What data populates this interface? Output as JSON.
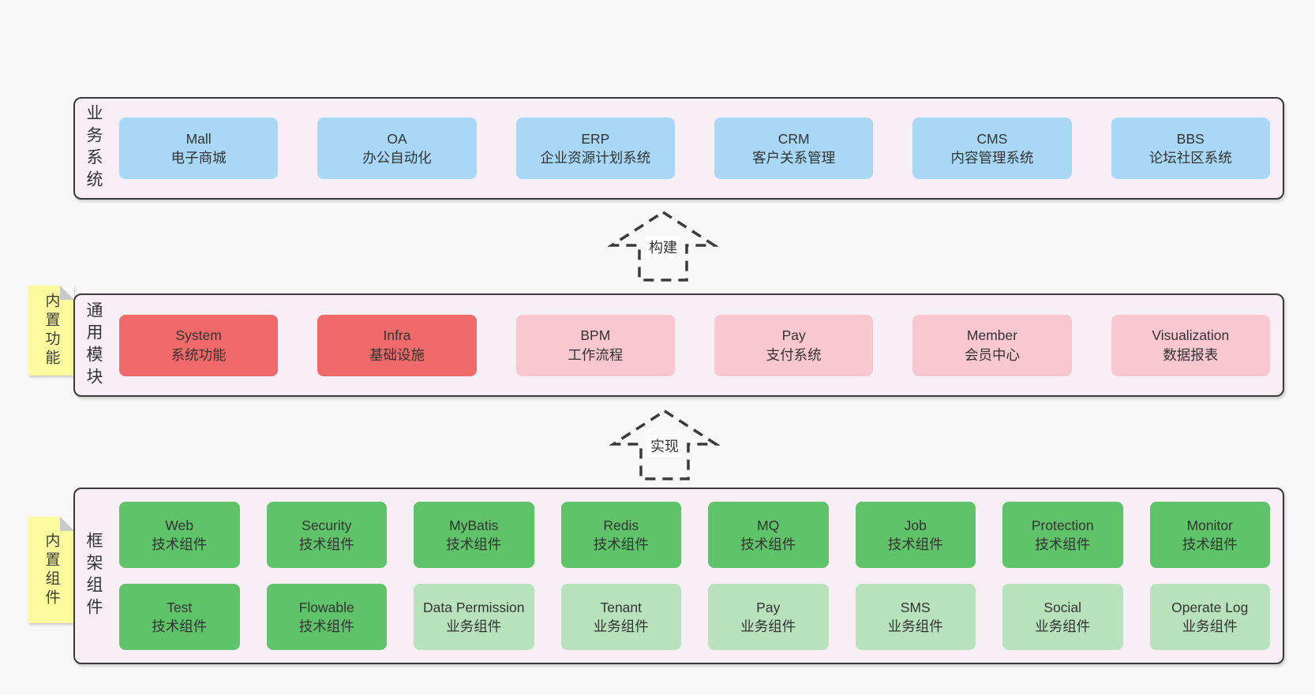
{
  "colors": {
    "page_bg": "#f8f8f8",
    "panel_bg": "#f7eef6",
    "panel_border": "#3a3a3a",
    "node_blue": "#a8d8f5",
    "node_red": "#f06a6a",
    "node_pink": "#f9c7cf",
    "node_green": "#5fc369",
    "node_green_light": "#b8e2bc",
    "sticky_yellow": "#fbfb9d",
    "sticky_fold": "#c9c9c9",
    "text": "#333333"
  },
  "arrows": [
    {
      "label": "构建"
    },
    {
      "label": "实现"
    }
  ],
  "layers": [
    {
      "label": "业务系统",
      "boxes": [
        {
          "title": "Mall",
          "subtitle": "电子商城",
          "type": "blue"
        },
        {
          "title": "OA",
          "subtitle": "办公自动化",
          "type": "blue"
        },
        {
          "title": "ERP",
          "subtitle": "企业资源计划系统",
          "type": "blue"
        },
        {
          "title": "CRM",
          "subtitle": "客户关系管理",
          "type": "blue"
        },
        {
          "title": "CMS",
          "subtitle": "内容管理系统",
          "type": "blue"
        },
        {
          "title": "BBS",
          "subtitle": "论坛社区系统",
          "type": "blue"
        }
      ]
    },
    {
      "label": "通用模块",
      "sticky": "内置功能",
      "boxes": [
        {
          "title": "System",
          "subtitle": "系统功能",
          "type": "red"
        },
        {
          "title": "Infra",
          "subtitle": "基础设施",
          "type": "red"
        },
        {
          "title": "BPM",
          "subtitle": "工作流程",
          "type": "pink"
        },
        {
          "title": "Pay",
          "subtitle": "支付系统",
          "type": "pink"
        },
        {
          "title": "Member",
          "subtitle": "会员中心",
          "type": "pink"
        },
        {
          "title": "Visualization",
          "subtitle": "数据报表",
          "type": "pink"
        }
      ]
    },
    {
      "label": "框架组件",
      "sticky": "内置组件",
      "boxes": [
        {
          "title": "Web",
          "subtitle": "技术组件",
          "type": "green"
        },
        {
          "title": "Security",
          "subtitle": "技术组件",
          "type": "green"
        },
        {
          "title": "MyBatis",
          "subtitle": "技术组件",
          "type": "green"
        },
        {
          "title": "Redis",
          "subtitle": "技术组件",
          "type": "green"
        },
        {
          "title": "MQ",
          "subtitle": "技术组件",
          "type": "green"
        },
        {
          "title": "Job",
          "subtitle": "技术组件",
          "type": "green"
        },
        {
          "title": "Protection",
          "subtitle": "技术组件",
          "type": "green"
        },
        {
          "title": "Monitor",
          "subtitle": "技术组件",
          "type": "green"
        },
        {
          "title": "Test",
          "subtitle": "技术组件",
          "type": "green"
        },
        {
          "title": "Flowable",
          "subtitle": "技术组件",
          "type": "green"
        },
        {
          "title": "Data Permission",
          "subtitle": "业务组件",
          "type": "green-light"
        },
        {
          "title": "Tenant",
          "subtitle": "业务组件",
          "type": "green-light"
        },
        {
          "title": "Pay",
          "subtitle": "业务组件",
          "type": "green-light"
        },
        {
          "title": "SMS",
          "subtitle": "业务组件",
          "type": "green-light"
        },
        {
          "title": "Social",
          "subtitle": "业务组件",
          "type": "green-light"
        },
        {
          "title": "Operate Log",
          "subtitle": "业务组件",
          "type": "green-light"
        }
      ]
    }
  ]
}
